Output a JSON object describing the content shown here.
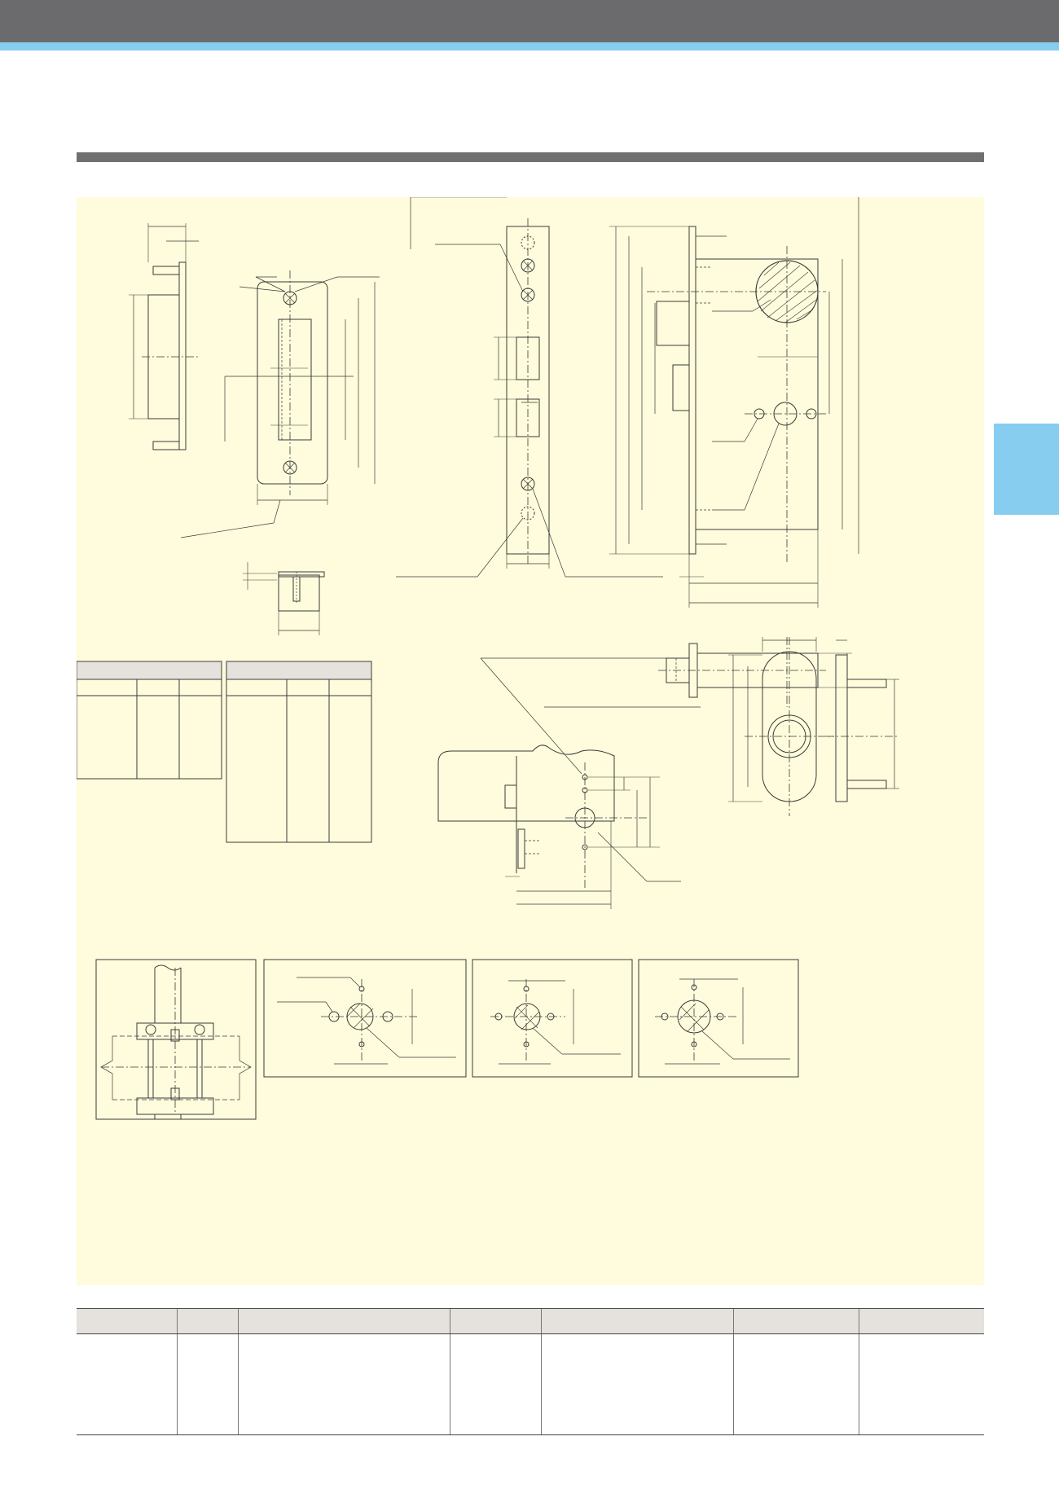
{
  "header": {
    "bar_color": "#6b6b6d",
    "accent_color": "#86cdf0"
  },
  "panel": {
    "background_color": "#fefcdc",
    "line_color": "#3a3a3a"
  },
  "figures": [
    {
      "id": "strike-side-view"
    },
    {
      "id": "strike-front-view"
    },
    {
      "id": "strike-bottom-view"
    },
    {
      "id": "faceplate-front-view"
    },
    {
      "id": "lock-body-side-view"
    },
    {
      "id": "lock-body-top-view"
    },
    {
      "id": "dimension-table-1"
    },
    {
      "id": "dimension-table-2"
    },
    {
      "id": "door-edge-drilling"
    },
    {
      "id": "escutcheon-front-view"
    },
    {
      "id": "escutcheon-side-view"
    },
    {
      "id": "through-bolt-section"
    },
    {
      "id": "drilling-template-a"
    },
    {
      "id": "drilling-template-b"
    },
    {
      "id": "drilling-template-c"
    }
  ],
  "spec_table": {
    "columns": [
      "",
      "",
      "",
      "",
      "",
      "",
      ""
    ],
    "rows": [
      [
        "",
        "",
        "",
        "",
        "",
        "",
        ""
      ]
    ]
  }
}
